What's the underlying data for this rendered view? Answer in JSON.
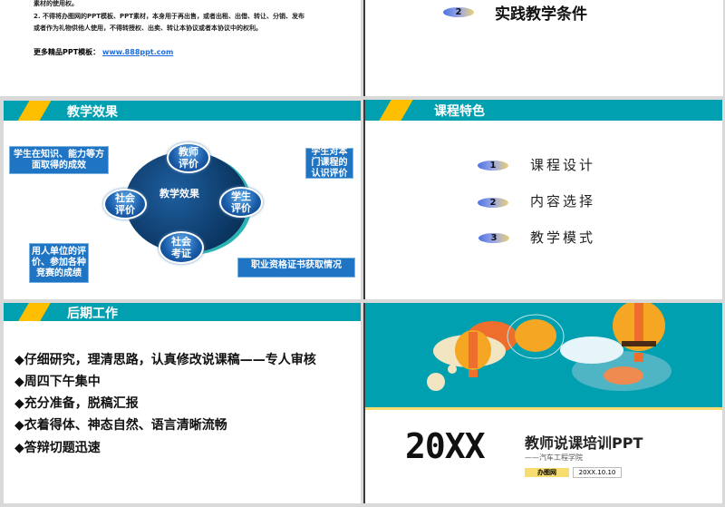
{
  "top_slide_left": {
    "lines": [
      "素材的使用权。",
      "2. 不得将办图网的PPT模板、PPT素材，本身用于再出售，或者出租、出借、转让、分销、发布",
      "或者作为礼物供他人使用，不得转授权、出卖、转让本协议或者本协议中的权利。"
    ],
    "more_label": "更多精品PPT模板：",
    "link": "www.888ppt.com"
  },
  "top_slide_right": {
    "badge": "2",
    "title": "实践教学条件"
  },
  "slide_teaching_effect": {
    "title": "教学效果",
    "center": "教学效果",
    "circles": [
      "教师评价",
      "学生评价",
      "社会考证",
      "社会评价"
    ],
    "boxes": [
      "学生在知识、能力等方面取得的成效",
      "学生对本门课程的认识评价",
      "用人单位的评价、参加各种竞赛的成绩",
      "职业资格证书获取情况"
    ]
  },
  "slide_course_features": {
    "title": "课程特色",
    "items": [
      {
        "num": "1",
        "label": "课程设计"
      },
      {
        "num": "2",
        "label": "内容选择"
      },
      {
        "num": "3",
        "label": "教学模式"
      }
    ]
  },
  "slide_later_work": {
    "title": "后期工作",
    "items": [
      "仔细研究，理清思路，认真修改说课稿——专人审核",
      "周四下午集中",
      "充分准备，脱稿汇报",
      "衣着得体、神态自然、语言清晰流畅",
      "答辩切题迅速"
    ]
  },
  "cover_slide": {
    "year": "20XX",
    "title": "教师说课培训PPT",
    "subtitle": "——汽车工程学院",
    "tag": "办图网",
    "date": "20XX.10.10"
  },
  "colors": {
    "teal": "#00a0b0",
    "yellow": "#fdbf00",
    "blue": "#1f74c4"
  }
}
